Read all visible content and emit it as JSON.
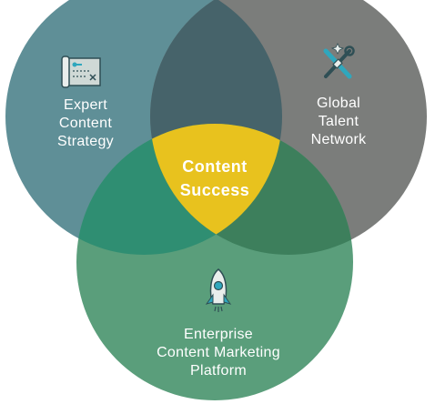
{
  "diagram": {
    "circles": [
      {
        "name": "strategy",
        "color": "#5f8f97",
        "lines": [
          "Expert",
          "Content",
          "Strategy"
        ],
        "icon": "blueprint-icon"
      },
      {
        "name": "talent",
        "color": "#7b7d7b",
        "lines": [
          "Global",
          "Talent",
          "Network"
        ],
        "icon": "tools-icon"
      },
      {
        "name": "platform",
        "color": "#4f9a70",
        "lines": [
          "Enterprise",
          "Content Marketing",
          "Platform"
        ],
        "icon": "rocket-icon"
      }
    ],
    "center": {
      "lines": [
        "Content",
        "Success"
      ],
      "color": "#e8c21e"
    },
    "overlap_colors": {
      "strategy_talent": "#46636a",
      "strategy_platform": "#2f8e72",
      "talent_platform": "#3d7f5c"
    },
    "icon_accent_color": "#2fa7bd"
  }
}
